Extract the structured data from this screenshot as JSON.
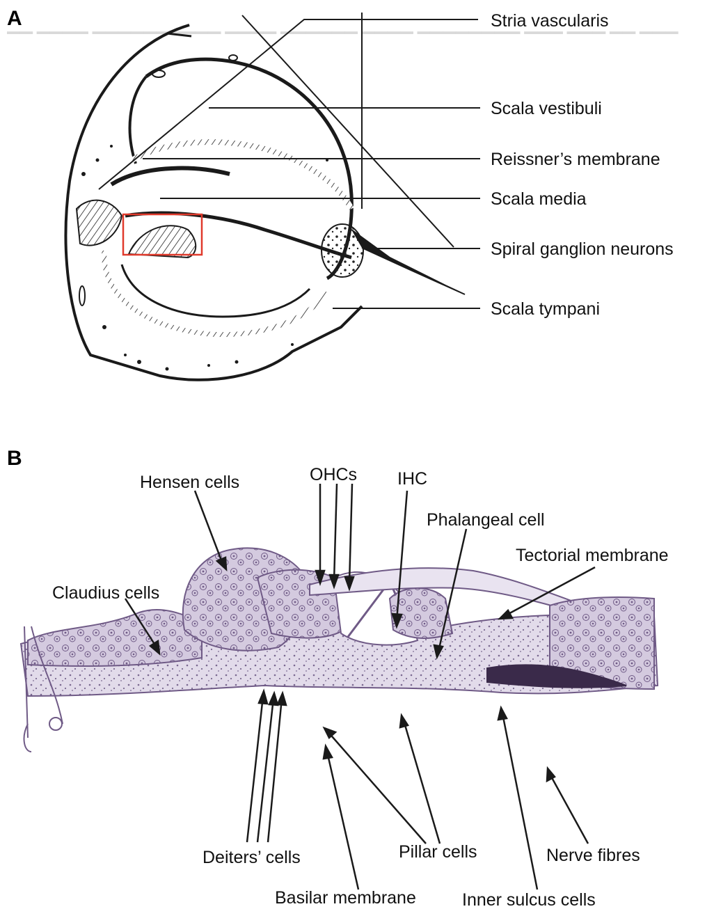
{
  "panel_a": {
    "letter": "A",
    "labels": [
      {
        "id": "stria",
        "text": "Stria vascularis"
      },
      {
        "id": "vestibuli",
        "text": "Scala vestibuli"
      },
      {
        "id": "reissner",
        "text": "Reissner’s membrane"
      },
      {
        "id": "media",
        "text": "Scala media"
      },
      {
        "id": "spiral",
        "text": "Spiral ganglion neurons"
      },
      {
        "id": "tympani",
        "text": "Scala tympani"
      }
    ]
  },
  "panel_b": {
    "letter": "B",
    "labels": [
      {
        "id": "ohcs",
        "text": "OHCs"
      },
      {
        "id": "ihc",
        "text": "IHC"
      },
      {
        "id": "hensen",
        "text": "Hensen cells"
      },
      {
        "id": "phalangeal",
        "text": "Phalangeal cell"
      },
      {
        "id": "tectorial",
        "text": "Tectorial membrane"
      },
      {
        "id": "claudius",
        "text": "Claudius cells"
      },
      {
        "id": "deiters",
        "text": "Deiters’ cells"
      },
      {
        "id": "pillar",
        "text": "Pillar cells"
      },
      {
        "id": "nerve",
        "text": "Nerve fibres"
      },
      {
        "id": "basilar",
        "text": "Basilar membrane"
      },
      {
        "id": "sulcus",
        "text": "Inner sulcus cells"
      }
    ]
  },
  "colors": {
    "line": "#1a1a1a",
    "tissue": "#b9a9c9",
    "tissue_dark": "#6f5a86",
    "highlight_box": "#e03a2c",
    "background_text": "#d9d9d9"
  }
}
